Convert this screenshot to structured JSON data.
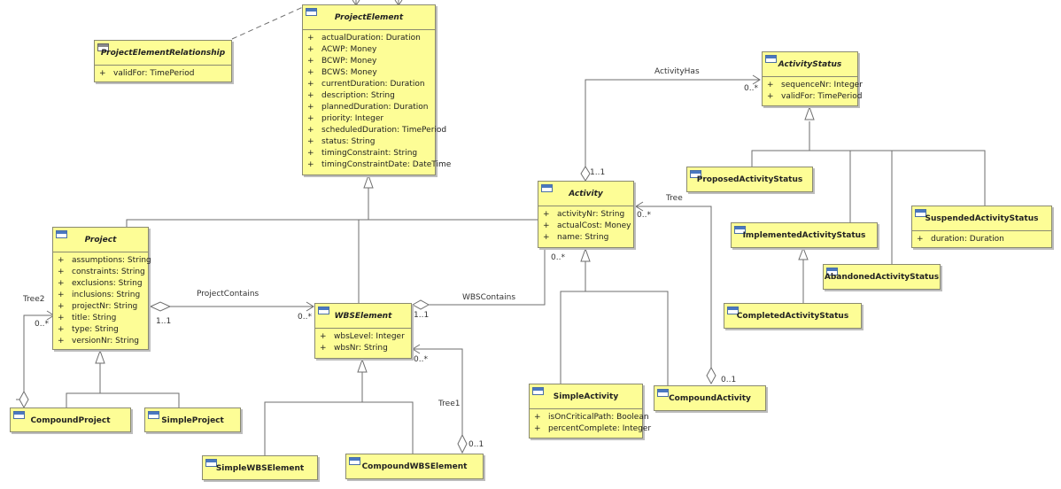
{
  "classes": {
    "project_element": {
      "name": "ProjectElement",
      "attrs": [
        {
          "vis": "+",
          "text": "actualDuration: Duration"
        },
        {
          "vis": "+",
          "text": "ACWP: Money"
        },
        {
          "vis": "+",
          "text": "BCWP: Money"
        },
        {
          "vis": "+",
          "text": "BCWS: Money"
        },
        {
          "vis": "+",
          "text": "currentDuration: Duration"
        },
        {
          "vis": "+",
          "text": "description: String"
        },
        {
          "vis": "+",
          "text": "plannedDuration: Duration"
        },
        {
          "vis": "+",
          "text": "priority: Integer"
        },
        {
          "vis": "+",
          "text": "scheduledDuration: TimePeriod"
        },
        {
          "vis": "+",
          "text": "status: String"
        },
        {
          "vis": "+",
          "text": "timingConstraint: String"
        },
        {
          "vis": "+",
          "text": "timingConstraintDate: DateTime"
        }
      ]
    },
    "project_element_relationship": {
      "name": "ProjectElementRelationship",
      "attrs": [
        {
          "vis": "+",
          "text": "validFor: TimePeriod"
        }
      ]
    },
    "activity_status": {
      "name": "ActivityStatus",
      "attrs": [
        {
          "vis": "+",
          "text": "sequenceNr: Integer"
        },
        {
          "vis": "+",
          "text": "validFor: TimePeriod"
        }
      ]
    },
    "activity": {
      "name": "Activity",
      "attrs": [
        {
          "vis": "+",
          "text": "activityNr: String"
        },
        {
          "vis": "+",
          "text": "actualCost: Money"
        },
        {
          "vis": "+",
          "text": "name: String"
        }
      ]
    },
    "project": {
      "name": "Project",
      "attrs": [
        {
          "vis": "+",
          "text": "assumptions: String"
        },
        {
          "vis": "+",
          "text": "constraints: String"
        },
        {
          "vis": "+",
          "text": "exclusions: String"
        },
        {
          "vis": "+",
          "text": "inclusions: String"
        },
        {
          "vis": "+",
          "text": "projectNr: String"
        },
        {
          "vis": "+",
          "text": "title: String"
        },
        {
          "vis": "+",
          "text": "type: String"
        },
        {
          "vis": "+",
          "text": "versionNr: String"
        }
      ]
    },
    "wbs_element": {
      "name": "WBSElement",
      "attrs": [
        {
          "vis": "+",
          "text": "wbsLevel: Integer"
        },
        {
          "vis": "+",
          "text": "wbsNr: String"
        }
      ]
    },
    "proposed_activity_status": {
      "name": "ProposedActivityStatus"
    },
    "implemented_activity_status": {
      "name": "ImplementedActivityStatus"
    },
    "suspended_activity_status": {
      "name": "SuspendedActivityStatus",
      "attrs": [
        {
          "vis": "+",
          "text": "duration: Duration"
        }
      ]
    },
    "abandoned_activity_status": {
      "name": "AbandonedActivityStatus"
    },
    "completed_activity_status": {
      "name": "CompletedActivityStatus"
    },
    "simple_activity": {
      "name": "SimpleActivity",
      "attrs": [
        {
          "vis": "+",
          "text": "isOnCriticalPath: Boolean"
        },
        {
          "vis": "+",
          "text": "percentComplete: Integer"
        }
      ]
    },
    "compound_activity": {
      "name": "CompoundActivity"
    },
    "compound_project": {
      "name": "CompoundProject"
    },
    "simple_project": {
      "name": "SimpleProject"
    },
    "simple_wbs_element": {
      "name": "SimpleWBSElement"
    },
    "compound_wbs_element": {
      "name": "CompoundWBSElement"
    }
  },
  "associations": {
    "activity_has": {
      "name": "ActivityHas",
      "mult_status": "0..*",
      "mult_activity": "1..1"
    },
    "tree": {
      "name": "Tree",
      "mult_parent": "0..*",
      "mult_child": "0..1"
    },
    "wbs_contains": {
      "name": "WBSContains",
      "mult_activity": "0..*",
      "mult_wbs": "1..1"
    },
    "project_contains": {
      "name": "ProjectContains",
      "mult_project": "1..1",
      "mult_wbs": "0..*"
    },
    "tree2": {
      "name": "Tree2",
      "mult_parent": "0..*"
    },
    "tree1": {
      "name": "Tree1",
      "mult_parent": "0..*",
      "mult_child": "0..1"
    }
  },
  "colors": {
    "class_fill": "#fdfd96",
    "class_border": "#8a8a70",
    "line": "#6e6e6e",
    "icon_blue": "#4a78c0"
  }
}
